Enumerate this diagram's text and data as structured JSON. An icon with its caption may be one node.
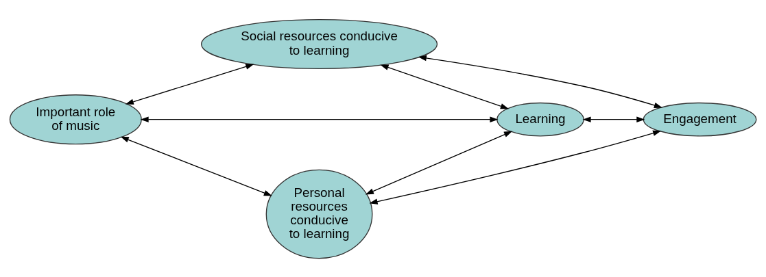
{
  "diagram": {
    "nodes": [
      {
        "text": [
          "Social resources conducive to learning"
        ]
      },
      {
        "text": [
          "Important role of music"
        ]
      },
      {
        "text": [
          "Learning"
        ]
      },
      {
        "text": [
          "Engagement"
        ]
      },
      {
        "text": [
          "Personal resources conducive to learning"
        ]
      }
    ],
    "edges": [
      {
        "from": 1,
        "to": 0,
        "arrow": "both"
      },
      {
        "from": 0,
        "to": 2,
        "arrow": "both"
      },
      {
        "from": 0,
        "to": 3,
        "arrow": "both"
      },
      {
        "from": 1,
        "to": 2,
        "arrow": "both"
      },
      {
        "from": 2,
        "to": 3,
        "arrow": "both"
      },
      {
        "from": 1,
        "to": 4,
        "arrow": "both"
      },
      {
        "from": 4,
        "to": 2,
        "arrow": "both"
      },
      {
        "from": 4,
        "to": 3,
        "arrow": "both"
      }
    ]
  }
}
